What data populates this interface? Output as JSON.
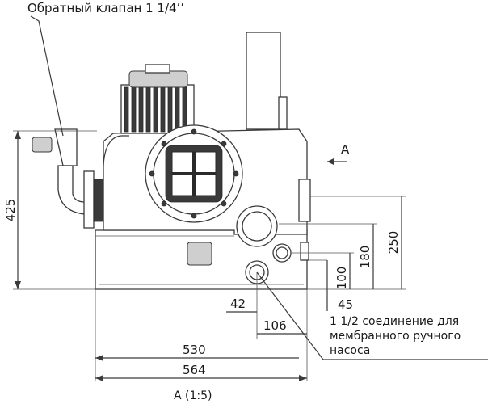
{
  "labels": {
    "check_valve": "Обратный клапан 1 1/4’’",
    "section_arrow": "A",
    "connection_line1": "1 1/2 соединение для",
    "connection_line2": "мембранного ручного",
    "connection_line3": "насоса",
    "view_caption": "A (1:5)"
  },
  "dimensions": {
    "height_total": "425",
    "height_250": "250",
    "height_180": "180",
    "height_100": "100",
    "offset_42": "42",
    "offset_45": "45",
    "offset_106": "106",
    "width_530": "530",
    "width_564": "564"
  }
}
